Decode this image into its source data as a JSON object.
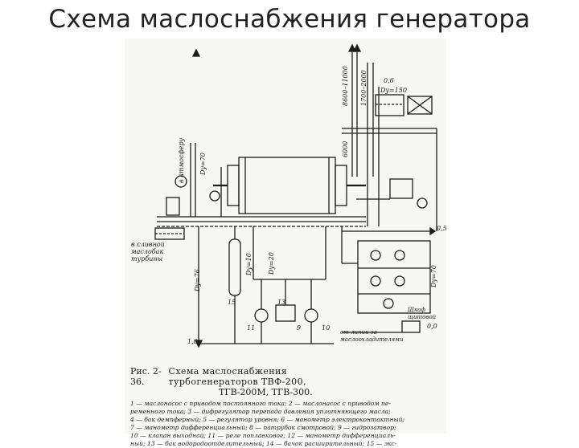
{
  "title": "Схема маслоснабжения генератора",
  "figure": {
    "label": "Рис. 2-36.",
    "title": "Схема маслоснабжения турбогенераторов ТВФ-200,",
    "models": "ТГВ-200М, ТГВ-300.",
    "legend": [
      "1 — маслонасос с приводом постоянного тока; 2 — маслонасос с приводом пе-",
      "ременного тока; 3 — дифрегулятор перепада давления уплотняющего масла;",
      "4 — бак демпферный; 5 — регулятор уровня; 6 — манометр электроконтактный;",
      "7 — манометр дифференциальный; 8 — патрубок смотровой; 9 — гидрозатвор;",
      "10 — клапан выходной; 11 — реле поплавковое; 12 — манометр дифференциаль-",
      "ный; 13 — бак водородоотделительный; 14 — бачок расширительный; 15 — экс-"
    ]
  },
  "labels": {
    "to_atmosphere": "в атмосферу",
    "dy70": "Dy=70",
    "drain_tank": "в сливной маслобак турбины",
    "dy76": "Dy=76",
    "dy10_left": "Dy=10",
    "dy20": "Dy=20",
    "size_6000": "6000",
    "size_8600": "8600–11000",
    "size_1700": "1700–2000",
    "dy150": "Dy=150",
    "gauge_0_6": "0,6",
    "val_0_5": "0,5",
    "val_0_0": "0,0",
    "val_1_0": "1,0",
    "dy_right": "Dy=70",
    "cabinet": "Шкаф щитовой",
    "from_line": "от линии за маслоохладителями",
    "n15": "15",
    "n13": "13",
    "n11": "11",
    "n9": "9",
    "n10": "10"
  }
}
